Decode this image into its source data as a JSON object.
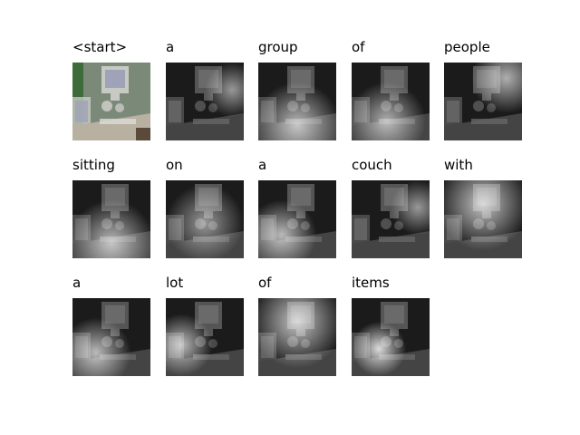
{
  "captions": [
    {
      "word": "<start>",
      "kind": "original"
    },
    {
      "word": "a",
      "kind": "attention",
      "focus": "right"
    },
    {
      "word": "group",
      "kind": "attention",
      "focus": "bottom-wide"
    },
    {
      "word": "of",
      "kind": "attention",
      "focus": "bottom-center"
    },
    {
      "word": "people",
      "kind": "attention",
      "focus": "top-right"
    },
    {
      "word": "sitting",
      "kind": "attention",
      "focus": "bottom-wide"
    },
    {
      "word": "on",
      "kind": "attention",
      "focus": "center"
    },
    {
      "word": "a",
      "kind": "attention",
      "focus": "bottom-left"
    },
    {
      "word": "couch",
      "kind": "attention",
      "focus": "right"
    },
    {
      "word": "with",
      "kind": "attention",
      "focus": "top-bright"
    },
    {
      "word": "a",
      "kind": "attention",
      "focus": "bottom-left"
    },
    {
      "word": "lot",
      "kind": "attention",
      "focus": "left"
    },
    {
      "word": "of",
      "kind": "attention",
      "focus": "top-bright"
    },
    {
      "word": "items",
      "kind": "attention",
      "focus": "bottom-left-strong"
    }
  ]
}
